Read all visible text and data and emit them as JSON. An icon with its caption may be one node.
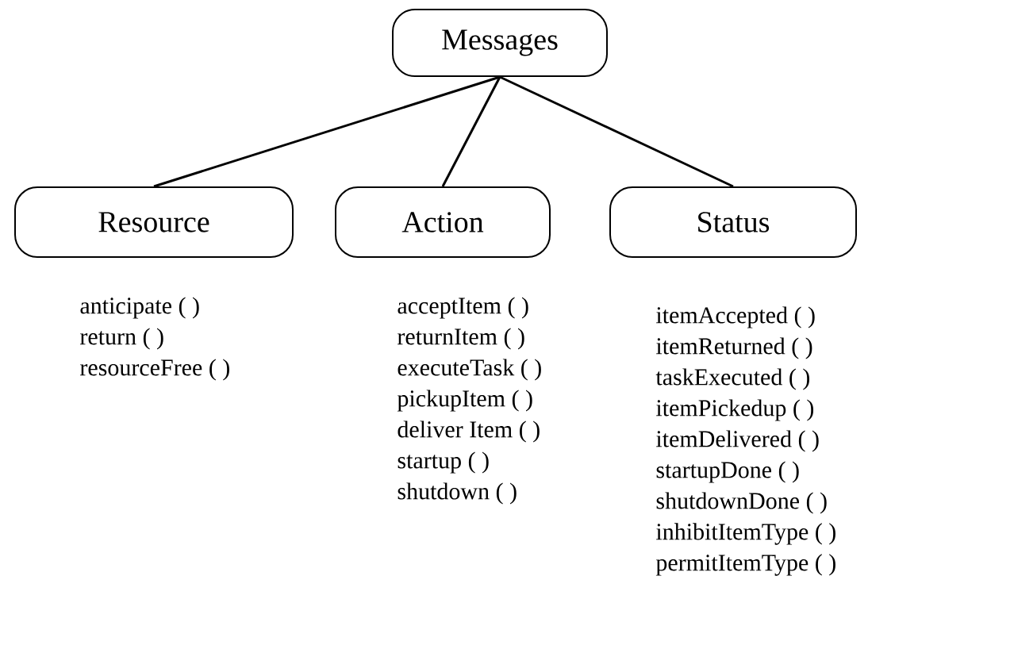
{
  "diagram": {
    "nodes": [
      {
        "text": [
          "Messages"
        ]
      },
      {
        "text": [
          "Resource"
        ],
        "beside": [
          "anticipate ( )",
          "return ( )",
          "resourceFree ( )"
        ]
      },
      {
        "text": [
          "Action"
        ],
        "beside": [
          "acceptItem ( )",
          "returnItem ( )",
          "executeTask ( )",
          "pickupItem ( )",
          "deliver Item ( )",
          "startup ( )",
          "shutdown ( )"
        ]
      },
      {
        "text": [
          "Status"
        ],
        "beside": [
          "itemAccepted ( )",
          "itemReturned ( )",
          "taskExecuted ( )",
          "itemPickedup ( )",
          "itemDelivered ( )",
          "startupDone ( )",
          "shutdownDone ( )",
          "inhibitItemType ( )",
          "permitItemType ( )"
        ]
      }
    ],
    "edges": [
      {
        "from": 0,
        "to": 1,
        "arrow": "none"
      },
      {
        "from": 0,
        "to": 2,
        "arrow": "none"
      },
      {
        "from": 0,
        "to": 3,
        "arrow": "none"
      }
    ]
  }
}
